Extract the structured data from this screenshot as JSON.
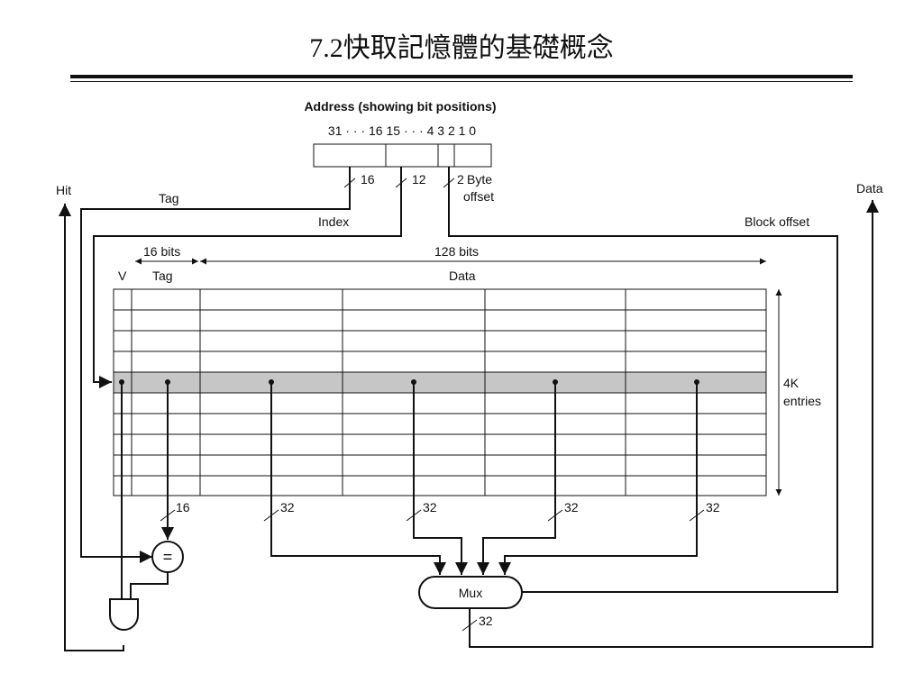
{
  "slide": {
    "title": "7.2快取記憶體的基礎概念"
  },
  "diagram": {
    "address_title": "Address (showing bit positions)",
    "address_bits": "31 · · · 16 15 · · · 4 3 2 1 0",
    "tag_width": "16",
    "index_width": "12",
    "byte_offset_width": "2",
    "byte_offset_label_1": "Byte",
    "byte_offset_label_2": "offset",
    "hit_label": "Hit",
    "tag_label": "Tag",
    "index_label": "Index",
    "data_label": "Data",
    "block_offset_label": "Block offset",
    "tag_bits_label": "16 bits",
    "data_bits_label": "128 bits",
    "v_col_label": "V",
    "tag_col_label": "Tag",
    "data_col_label": "Data",
    "entries_label_1": "4K",
    "entries_label_2": "entries",
    "compare_tag_width": "16",
    "word_widths": [
      "32",
      "32",
      "32",
      "32"
    ],
    "comparator_symbol": "=",
    "mux_label": "Mux",
    "mux_out_width": "32"
  }
}
